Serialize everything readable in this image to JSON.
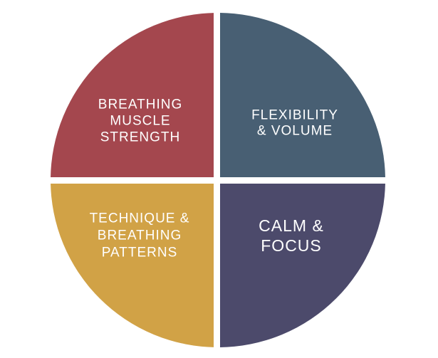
{
  "quadrants": [
    {
      "position": "top-left",
      "lines": [
        "BREATHING",
        "MUSCLE",
        "STRENGTH"
      ],
      "color": "#A4474E"
    },
    {
      "position": "top-right",
      "lines": [
        "FLEXIBILITY",
        "& VOLUME"
      ],
      "color": "#485F73"
    },
    {
      "position": "bottom-left",
      "lines": [
        "TECHNIQUE &",
        "BREATHING",
        "PATTERNS"
      ],
      "color": "#D1A246"
    },
    {
      "position": "bottom-right",
      "lines": [
        "CALM &",
        "FOCUS"
      ],
      "color": "#4C4A6B"
    }
  ]
}
